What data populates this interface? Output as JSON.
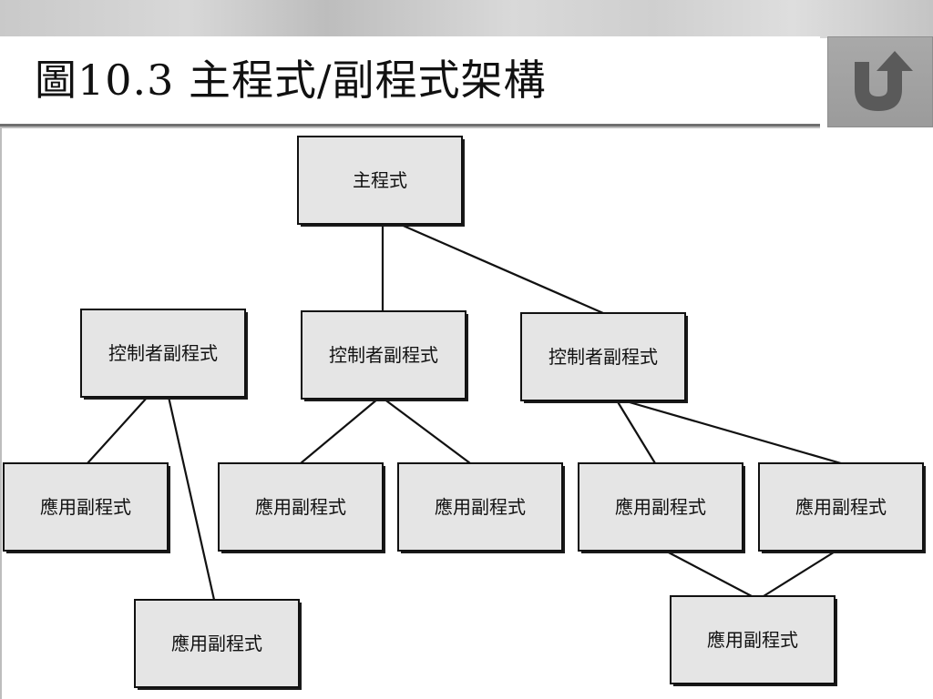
{
  "title": "圖10.3  主程式/副程式架構",
  "back_icon": "return-arrow-icon",
  "colors": {
    "node_fill": "#e5e5e5",
    "node_border": "#111111",
    "back_button": "#a0a0a0",
    "icon": "#5a5a5a"
  },
  "diagram": {
    "nodes": [
      {
        "id": "main",
        "label": "主程式"
      },
      {
        "id": "ctrl1",
        "label": "控制者副程式"
      },
      {
        "id": "ctrl2",
        "label": "控制者副程式"
      },
      {
        "id": "ctrl3",
        "label": "控制者副程式"
      },
      {
        "id": "app1",
        "label": "應用副程式"
      },
      {
        "id": "app2",
        "label": "應用副程式"
      },
      {
        "id": "app3",
        "label": "應用副程式"
      },
      {
        "id": "app4",
        "label": "應用副程式"
      },
      {
        "id": "app5",
        "label": "應用副程式"
      },
      {
        "id": "app6",
        "label": "應用副程式"
      },
      {
        "id": "app7",
        "label": "應用副程式"
      }
    ],
    "edges": [
      {
        "from": "main",
        "to": "ctrl2"
      },
      {
        "from": "main",
        "to": "ctrl3"
      },
      {
        "from": "ctrl1",
        "to": "app1"
      },
      {
        "from": "ctrl1",
        "to": "app2"
      },
      {
        "from": "ctrl2",
        "to": "app3"
      },
      {
        "from": "ctrl2",
        "to": "app4"
      },
      {
        "from": "ctrl3",
        "to": "app5"
      },
      {
        "from": "ctrl3",
        "to": "app6"
      },
      {
        "from": "app5",
        "to": "app7"
      },
      {
        "from": "app6",
        "to": "app7"
      }
    ]
  }
}
